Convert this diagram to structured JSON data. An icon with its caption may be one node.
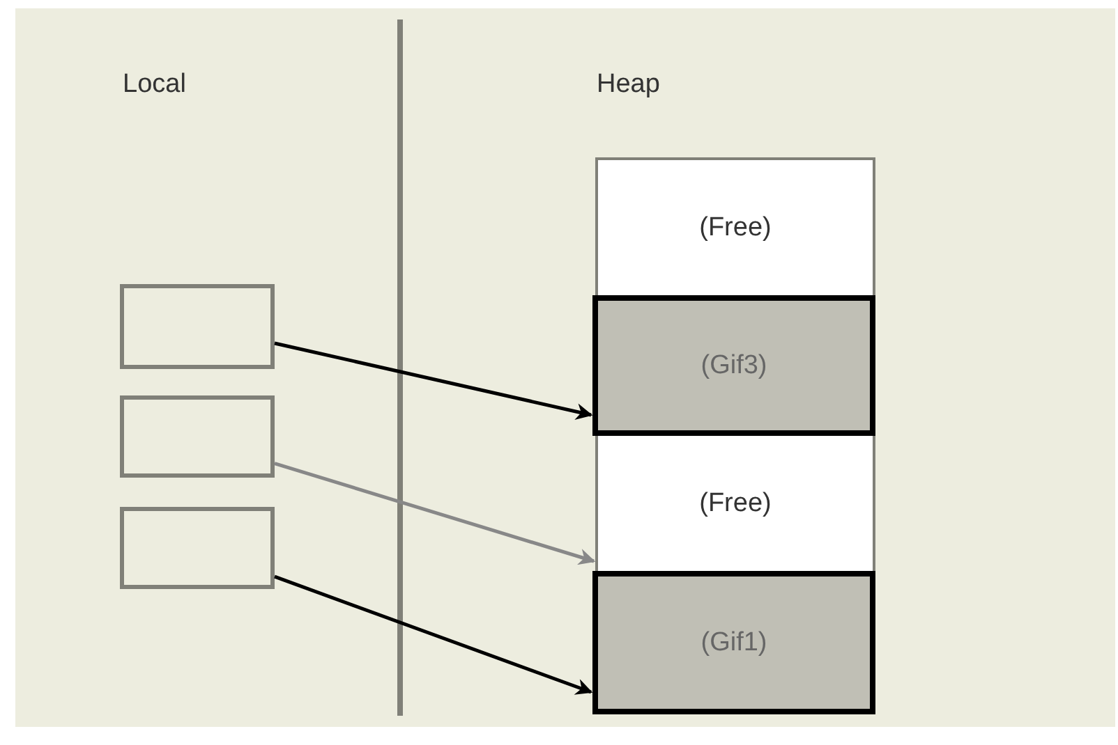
{
  "diagram": {
    "nodes": [
      {
        "text": [],
        "shape": "box"
      },
      {
        "text": [],
        "shape": "box"
      },
      {
        "text": [],
        "shape": "box"
      },
      {
        "text": [
          "(Free)"
        ]
      },
      {
        "text": [
          "(Gif3)"
        ]
      },
      {
        "text": [
          "(Free)"
        ]
      },
      {
        "text": [
          "(Gif1)"
        ]
      }
    ],
    "edges": [
      {
        "from": 0,
        "to": 4,
        "arrow": "to"
      },
      {
        "from": 1,
        "to": 5,
        "arrow": "to",
        "color": "#888888"
      },
      {
        "from": 2,
        "to": 6,
        "arrow": "to"
      }
    ],
    "labels": [
      "Local",
      "Heap"
    ]
  }
}
